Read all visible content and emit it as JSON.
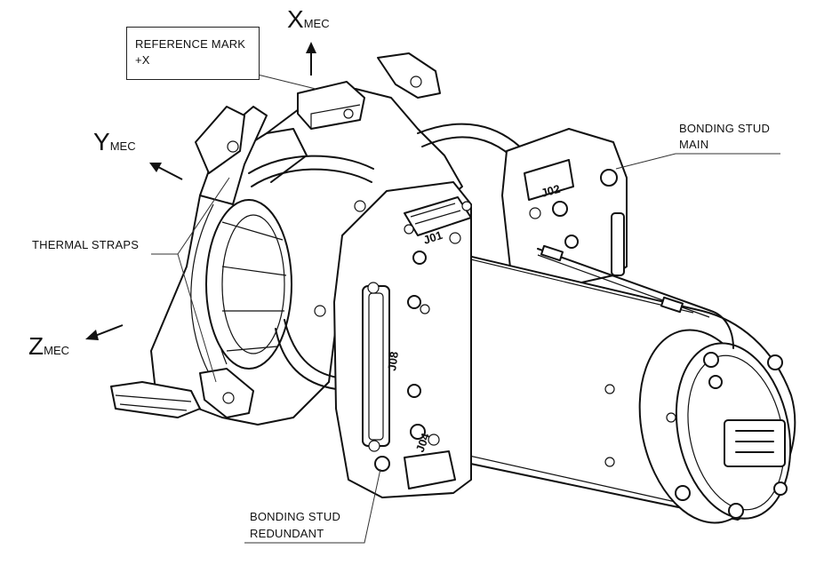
{
  "labels": {
    "x_axis": {
      "main": "X",
      "sub": "MEC"
    },
    "y_axis": {
      "main": "Y",
      "sub": "MEC"
    },
    "z_axis": {
      "main": "Z",
      "sub": "MEC"
    },
    "reference_mark": {
      "line1": "REFERENCE MARK",
      "line2": "+X"
    },
    "bonding_stud_main": {
      "line1": "BONDING STUD",
      "line2": "MAIN"
    },
    "thermal_straps": "THERMAL STRAPS",
    "bonding_stud_redundant": {
      "line1": "BONDING STUD",
      "line2": "REDUNDANT"
    }
  },
  "connectors": [
    "J01",
    "J02",
    "J04",
    "J08"
  ]
}
